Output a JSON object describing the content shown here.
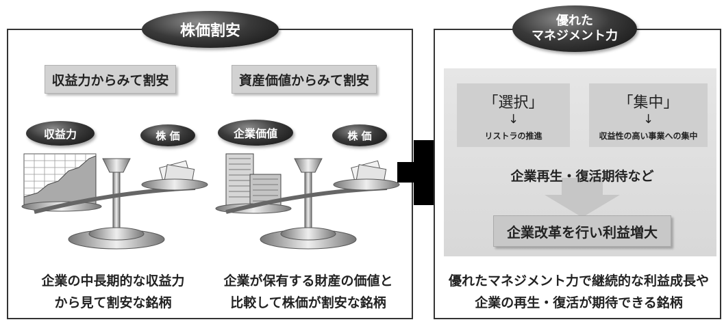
{
  "left_panel": {
    "title": "株価割安",
    "sub_left": "収益力からみて割安",
    "sub_right": "資産価値からみて割安",
    "scale1": {
      "left_label": "収益力",
      "right_label": "株 価"
    },
    "scale2": {
      "left_label": "企業価値",
      "right_label": "株 価"
    },
    "caption_left": [
      "企業の中長期的な収益力",
      "から見て割安な銘柄"
    ],
    "caption_right": [
      "企業が保有する財産の価値と",
      "比較して株価が割安な銘柄"
    ]
  },
  "right_panel": {
    "title_lines": [
      "優れた",
      "マネジメント力"
    ],
    "choice_left": {
      "head": "「選択」",
      "arrow": "↓",
      "sub": "リストラの推進"
    },
    "choice_right": {
      "head": "「集中」",
      "arrow": "↓",
      "sub": "収益性の高い事業への集中"
    },
    "middle_text": "企業再生・復活期待など",
    "result": "企業改革を行い利益増大",
    "caption": [
      "優れたマネジメント力で継続的な利益成長や",
      "企業の再生・復活が期待できる銘柄"
    ]
  },
  "icons": {
    "plus": "plus-icon",
    "balance": "balance-scale-icon",
    "chart": "growth-chart-icon",
    "building": "building-icon",
    "money": "banknote-icon"
  }
}
